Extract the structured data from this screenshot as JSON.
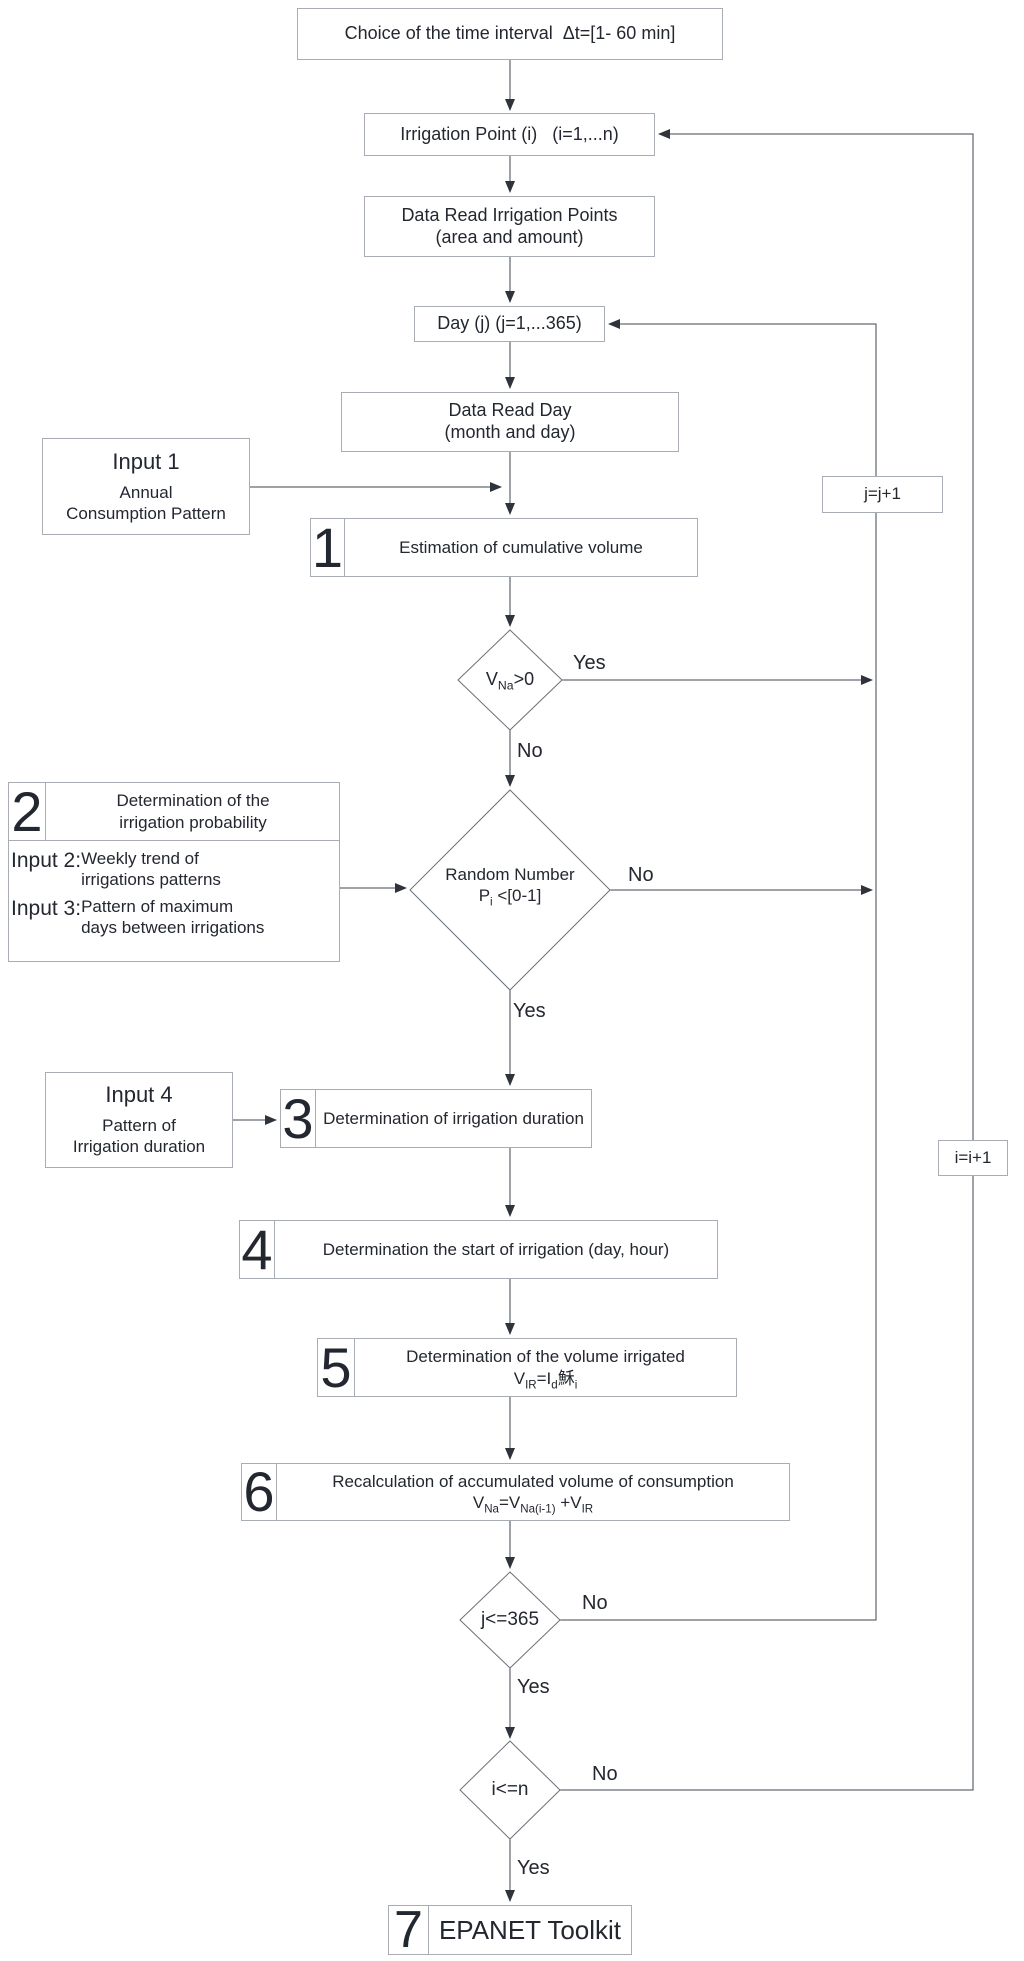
{
  "colors": {
    "line": "#3f444d",
    "arrowhead": "#2f333b",
    "box_border": "#a7adb3",
    "diamond_border": "#6a7078",
    "text": "#23272f"
  },
  "nodes": {
    "choice": {
      "label": "Choice of the time interval  Δt=[1- 60 min]"
    },
    "irrigation_point": {
      "label": "Irrigation Point (i)   (i=1,...n)"
    },
    "data_read_points": {
      "line1": "Data Read Irrigation Points",
      "line2": "(area and amount)"
    },
    "day": {
      "label": "Day (j) (j=1,...365)"
    },
    "data_read_day": {
      "line1": "Data Read Day",
      "line2": "(month and day)"
    },
    "input1": {
      "title": "Input 1",
      "line1": "Annual",
      "line2": "Consumption Pattern"
    },
    "input4": {
      "title": "Input 4",
      "line1": "Pattern of",
      "line2": "Irrigation duration"
    },
    "step1": {
      "num": "1",
      "label": "Estimation of cumulative volume"
    },
    "step2": {
      "num": "2",
      "header_line1": "Determination of the",
      "header_line2": "irrigation probability",
      "input2_label": "Input 2:",
      "input2_line1": "Weekly trend of",
      "input2_line2": "irrigations patterns",
      "input3_label": "Input 3:",
      "input3_line1": "Pattern of maximum",
      "input3_line2": "days between irrigations"
    },
    "step3": {
      "num": "3",
      "label": "Determination of irrigation duration"
    },
    "step4": {
      "num": "4",
      "label": "Determination the start of irrigation (day, hour)"
    },
    "step5": {
      "num": "5",
      "line1": "Determination of the volume irrigated",
      "formula": {
        "p1": "V",
        "s1": "IR",
        "p2": "=I",
        "s2": "d",
        "p3": "穌",
        "s3": "i"
      }
    },
    "step6": {
      "num": "6",
      "line1": "Recalculation of accumulated volume of consumption",
      "formula": {
        "p1": "V",
        "s1": "Na",
        "p2": "=V",
        "s2": "Na(i-1)",
        "p3": " +V",
        "s3": "IR"
      }
    },
    "step7": {
      "num": "7",
      "label": "EPANET Toolkit"
    },
    "jplus": {
      "label": "j=j+1"
    },
    "iplus": {
      "label": "i=i+1"
    }
  },
  "decisions": {
    "d1": {
      "p1": "V",
      "s1": "Na",
      "p2": ">0",
      "yes": "Yes",
      "no": "No"
    },
    "d2": {
      "line1": "Random Number",
      "p1": "P",
      "s1": "i",
      "p2": " <[0-1]",
      "yes": "Yes",
      "no": "No"
    },
    "d3": {
      "label": "j<=365",
      "yes": "Yes",
      "no": "No"
    },
    "d4": {
      "label": "i<=n",
      "yes": "Yes",
      "no": "No"
    }
  }
}
